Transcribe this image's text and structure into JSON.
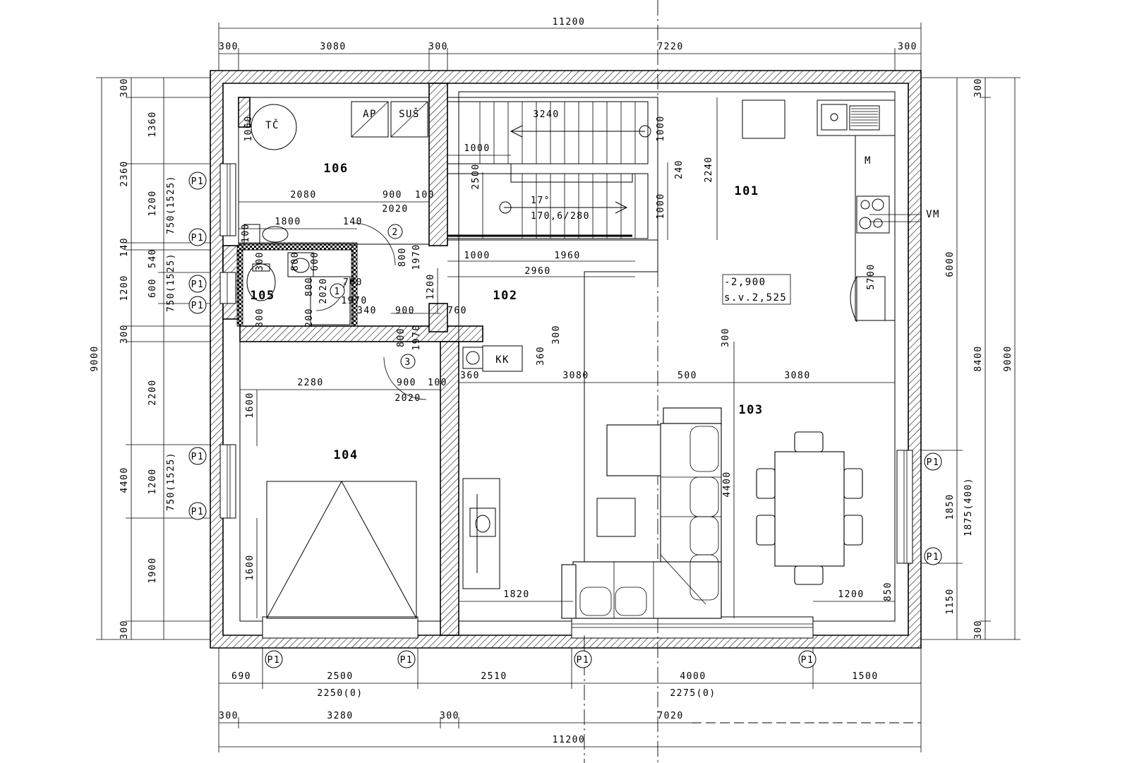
{
  "rooms": {
    "r101": "101",
    "r102": "102",
    "r103": "103",
    "r104": "104",
    "r105": "105",
    "r106": "106"
  },
  "labels": {
    "tc": "TČ",
    "ap": "AP",
    "sus": "SUŠ",
    "kk": "KK",
    "m": "M",
    "vm": "VM",
    "stair_angle": "17°",
    "stair_spec": "170,6/280",
    "level": "-2,900",
    "sv": "s.v.2,525"
  },
  "doors": {
    "d1": "1",
    "d2": "2",
    "d3": "3"
  },
  "windows": {
    "w_l1": "P1",
    "w_l2": "P1",
    "w_l3": "P1",
    "w_l4": "P1",
    "w_l5": "P1",
    "w_l6": "P1",
    "w_r1": "P1",
    "w_r2": "P1",
    "w_b1": "P1",
    "w_b2": "P1",
    "w_b3": "P1",
    "w_b4": "P1"
  },
  "dims": {
    "top_total": "11200",
    "top_a": "300",
    "top_b": "3080",
    "top_c": "300",
    "top_d": "7220",
    "top_e": "300",
    "bot1_a": "690",
    "bot1_b": "2500",
    "bot1_c": "2510",
    "bot1_d": "4000",
    "bot1_e": "1500",
    "bot1_f": "2250(0)",
    "bot1_g": "2275(0)",
    "bot2_a": "300",
    "bot2_b": "3280",
    "bot2_c": "300",
    "bot2_d": "7020",
    "bot_total": "11200",
    "left_total": "9000",
    "l2_a": "300",
    "l2_b": "1360",
    "l2_c": "2360",
    "l2_d": "1200",
    "l2_e": "140",
    "l2_f": "1200",
    "l2_g": "300",
    "l2_h": "2200",
    "l2_i": "4400",
    "l2_j": "1200",
    "l2_k": "1900",
    "l2_l": "300",
    "l3_a": "750(1525)",
    "l3_b": "540",
    "l3_c": "600",
    "l3_d": "750(1525)",
    "l3_e": "750(1525)",
    "r1_a": "6000",
    "r1_b": "1850",
    "r1_c": "1150",
    "r2_a": "1875(400)",
    "r3_a": "300",
    "r3_b": "8400",
    "r3_c": "300",
    "right_total": "9000",
    "i_1060": "1060",
    "i_2080": "2080",
    "i_900a": "900",
    "i_100a": "100",
    "i_2020a": "2020",
    "i_1800": "1800",
    "i_140": "140",
    "i_100b": "100",
    "i_300a": "300",
    "i_800a": "800",
    "i_600": "600",
    "i_700": "700",
    "i_2020b": "2020",
    "i_1970a": "1970",
    "i_800b": "800",
    "i_200": "200",
    "i_300b": "300",
    "i_340": "340",
    "i_900b": "900",
    "i_760": "760",
    "i_800c": "800",
    "i_1970b": "1970",
    "i_800d": "800",
    "i_1970c": "1970",
    "i_1200a": "1200",
    "i_3240": "3240",
    "i_1000a": "1000",
    "i_2500": "2500",
    "i_1000b": "1000",
    "i_1960": "1960",
    "i_2960": "2960",
    "i_1000c": "1000",
    "i_240": "240",
    "i_1000d": "1000",
    "i_2240": "2240",
    "i_5700": "5700",
    "i_300c": "300",
    "i_360a": "360",
    "i_300d": "300",
    "i_2280": "2280",
    "i_900c": "900",
    "i_100c": "100",
    "i_2020c": "2020",
    "i_1600a": "1600",
    "i_1600b": "1600",
    "i_360b": "360",
    "i_3080a": "3080",
    "i_500": "500",
    "i_3080b": "3080",
    "i_4400": "4400",
    "i_1820": "1820",
    "i_1200b": "1200",
    "i_850": "850"
  }
}
